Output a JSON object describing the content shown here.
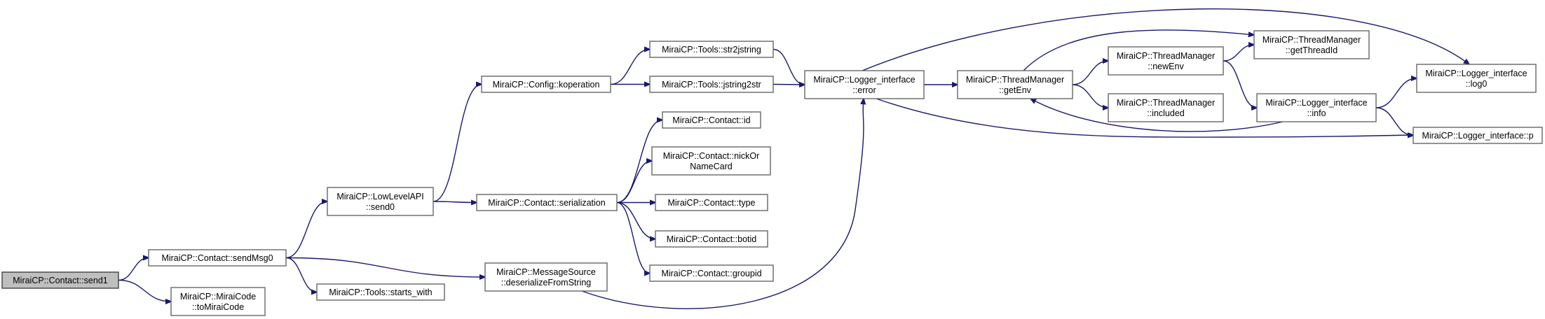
{
  "graph": {
    "nodes": {
      "send1": {
        "lines": [
          "MiraiCP::Contact::send1"
        ]
      },
      "sendMsg0": {
        "lines": [
          "MiraiCP::Contact::sendMsg0"
        ]
      },
      "toMiraiCode": {
        "lines": [
          "MiraiCP::MiraiCode",
          "::toMiraiCode"
        ]
      },
      "send0": {
        "lines": [
          "MiraiCP::LowLevelAPI",
          "::send0"
        ]
      },
      "starts_with": {
        "lines": [
          "MiraiCP::Tools::starts_with"
        ]
      },
      "deserialize": {
        "lines": [
          "MiraiCP::MessageSource",
          "::deserializeFromString"
        ]
      },
      "koperation": {
        "lines": [
          "MiraiCP::Config::koperation"
        ]
      },
      "serialization": {
        "lines": [
          "MiraiCP::Contact::serialization"
        ]
      },
      "str2jstring": {
        "lines": [
          "MiraiCP::Tools::str2jstring"
        ]
      },
      "jstring2str": {
        "lines": [
          "MiraiCP::Tools::jstring2str"
        ]
      },
      "id": {
        "lines": [
          "MiraiCP::Contact::id"
        ]
      },
      "nickOrNameCard": {
        "lines": [
          "MiraiCP::Contact::nickOr",
          "NameCard"
        ]
      },
      "type": {
        "lines": [
          "MiraiCP::Contact::type"
        ]
      },
      "botid": {
        "lines": [
          "MiraiCP::Contact::botid"
        ]
      },
      "groupid": {
        "lines": [
          "MiraiCP::Contact::groupid"
        ]
      },
      "error": {
        "lines": [
          "MiraiCP::Logger_interface",
          "::error"
        ]
      },
      "getEnv": {
        "lines": [
          "MiraiCP::ThreadManager",
          "::getEnv"
        ]
      },
      "newEnv": {
        "lines": [
          "MiraiCP::ThreadManager",
          "::newEnv"
        ]
      },
      "included": {
        "lines": [
          "MiraiCP::ThreadManager",
          "::included"
        ]
      },
      "getThreadId": {
        "lines": [
          "MiraiCP::ThreadManager",
          "::getThreadId"
        ]
      },
      "info": {
        "lines": [
          "MiraiCP::Logger_interface",
          "::info"
        ]
      },
      "log0": {
        "lines": [
          "MiraiCP::Logger_interface",
          "::log0"
        ]
      },
      "p": {
        "lines": [
          "MiraiCP::Logger_interface::p"
        ]
      }
    },
    "edges": [
      [
        "send1",
        "sendMsg0"
      ],
      [
        "send1",
        "toMiraiCode"
      ],
      [
        "sendMsg0",
        "send0"
      ],
      [
        "sendMsg0",
        "deserialize"
      ],
      [
        "sendMsg0",
        "starts_with"
      ],
      [
        "send0",
        "koperation"
      ],
      [
        "send0",
        "serialization"
      ],
      [
        "koperation",
        "str2jstring"
      ],
      [
        "koperation",
        "jstring2str"
      ],
      [
        "serialization",
        "id"
      ],
      [
        "serialization",
        "nickOrNameCard"
      ],
      [
        "serialization",
        "type"
      ],
      [
        "serialization",
        "botid"
      ],
      [
        "serialization",
        "groupid"
      ],
      [
        "deserialize",
        "error"
      ],
      [
        "str2jstring",
        "error"
      ],
      [
        "jstring2str",
        "error"
      ],
      [
        "error",
        "getEnv"
      ],
      [
        "error",
        "log0"
      ],
      [
        "error",
        "p"
      ],
      [
        "getEnv",
        "newEnv"
      ],
      [
        "getEnv",
        "included"
      ],
      [
        "getEnv",
        "getThreadId"
      ],
      [
        "newEnv",
        "getThreadId"
      ],
      [
        "newEnv",
        "info"
      ],
      [
        "info",
        "getEnv"
      ],
      [
        "info",
        "log0"
      ],
      [
        "info",
        "p"
      ]
    ]
  }
}
